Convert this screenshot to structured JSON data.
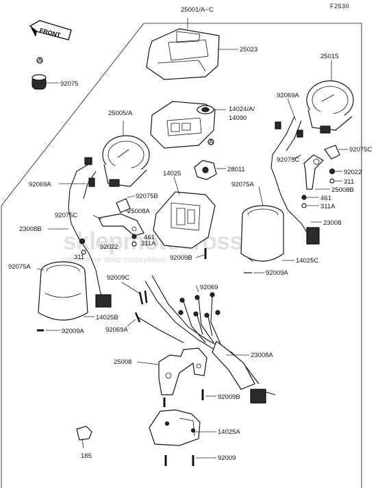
{
  "figure_code": "F2530",
  "front_label": "FRONT",
  "watermark": {
    "brand": "sklepmotocross.pl",
    "tagline": "internetowy sklep motocyklowy"
  },
  "callouts": {
    "c25001": "25001/A~C",
    "c25023": "25023",
    "c92075_top": "92075",
    "c25015": "25015",
    "c14024": "14024/A/",
    "c14090": "14090",
    "c25005": "25005/A",
    "c92069A_r": "92069A",
    "c92075C_r": "92075C",
    "c92022_r": "92022",
    "c311_r": "311",
    "c25008B": "25008B",
    "c461_r": "461",
    "c311A_r": "311A",
    "c23008": "23008",
    "c92075A_r": "92075A",
    "c14025C": "14025C",
    "c92009A_r": "92009A",
    "c14025": "14025",
    "c28011": "28011",
    "c92069A_l": "92069A",
    "c92075B": "92075B",
    "c25008A": "25008A",
    "c92075C_l": "92075C",
    "c461_l": "461",
    "c311A_l": "311A",
    "c23008B": "23008B",
    "c92022_l": "92022",
    "c311_l": "311",
    "c92009B_mid": "92009B",
    "c92075A_l": "92075A",
    "c92009C": "92009C",
    "c92069_mid": "92069",
    "c14025B": "14025B",
    "c92069A_mid": "92069A",
    "c92009A_l": "92009A",
    "c25008": "25008",
    "c23008A": "23008A",
    "c92009B_bot": "92009B",
    "c14025A": "14025A",
    "c185": "185",
    "c92009": "92009"
  },
  "markers": {
    "ref_a": "A"
  }
}
